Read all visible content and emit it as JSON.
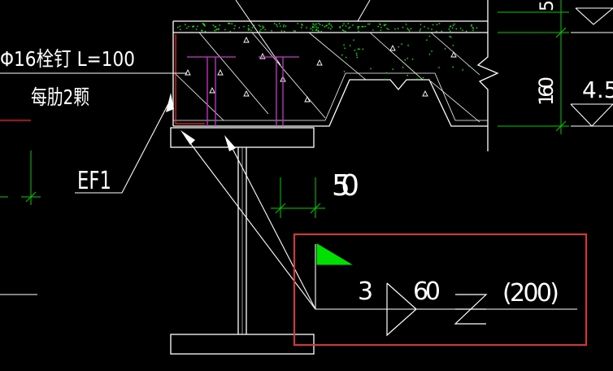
{
  "colors": {
    "background": "#000000",
    "line": "#ffffff",
    "dimension": "#00cc00",
    "concrete_dots": "#00ff00",
    "studs": "#cc33cc",
    "section_edge": "#ff2020",
    "highlight_box": "#e03030",
    "flag": "#00e000"
  },
  "labels": {
    "stud_spec": "Φ16栓钉 L=100",
    "stud_count": "每肋2颗",
    "weld_ref": "EF1",
    "dim_50": "50",
    "dim_160": "160",
    "dim_top_partial": "5",
    "dim_right_partial": "4.5"
  },
  "weld_symbol": {
    "size": "3",
    "length": "60",
    "pitch": "(200)"
  }
}
